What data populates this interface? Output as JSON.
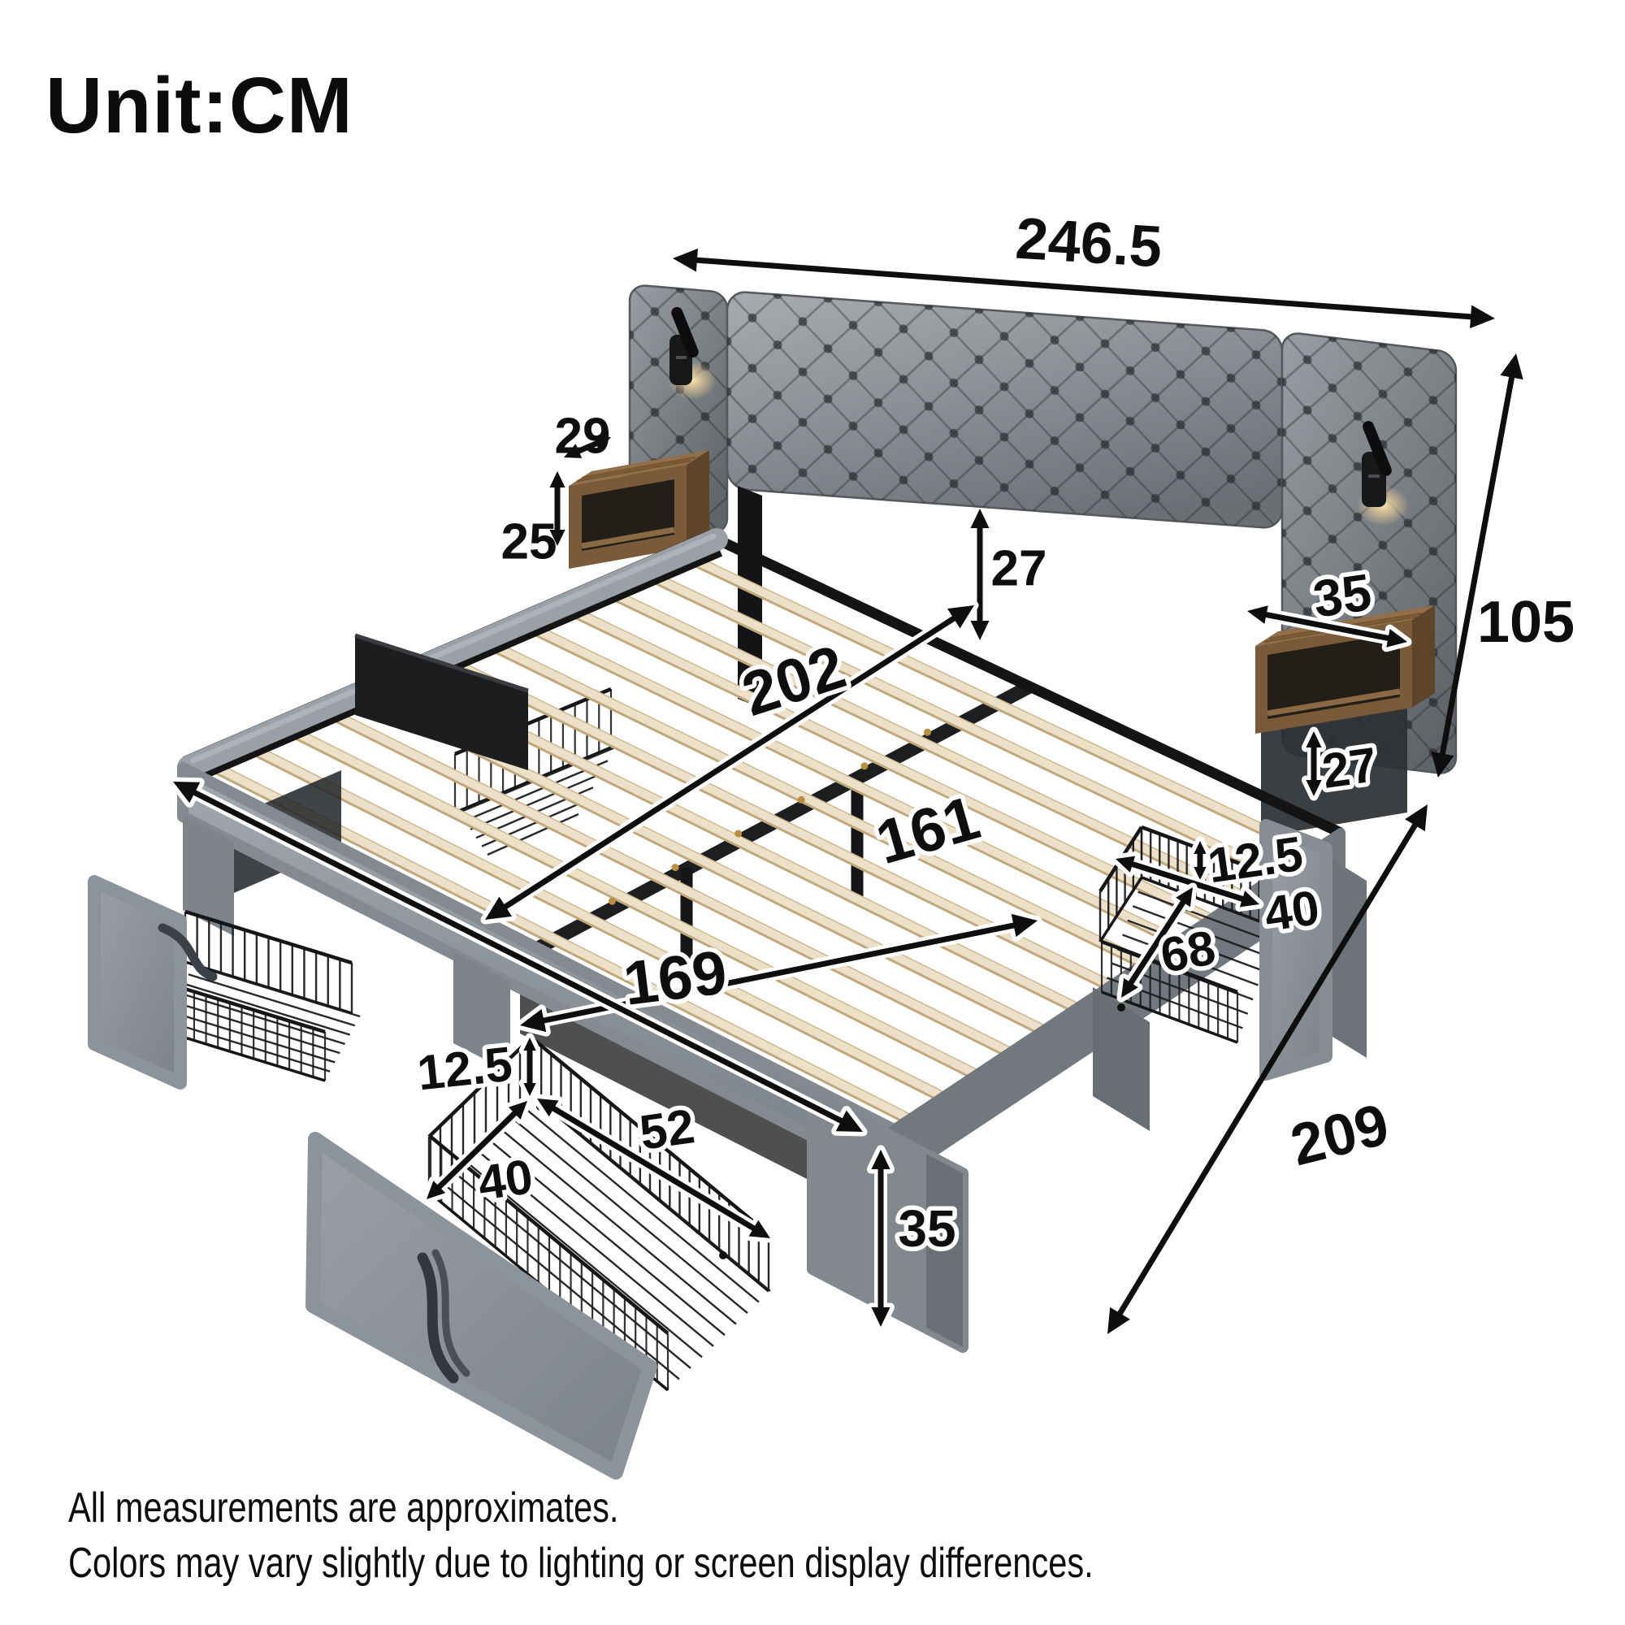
{
  "title": "Unit:CM",
  "notes": {
    "line1": "All measurements are approximates.",
    "line2": "Colors may vary slightly due to lighting or screen display differences."
  },
  "dimensions": {
    "overall_width": "246.5",
    "headboard_height": "105",
    "total_length": "209",
    "left_shelf_depth": "29",
    "left_shelf_height": "25",
    "headboard_to_slats_gap": "27",
    "right_shelf_width": "35",
    "right_shelf_gap": "27",
    "slat_area_length": "202",
    "inner_width": "161",
    "bed_width": "169",
    "right_basket_height": "12.5",
    "right_basket_width": "40",
    "right_basket_length": "68",
    "left_basket_height": "12.5",
    "left_basket_length": "52",
    "left_basket_width": "40",
    "frame_height": "35"
  }
}
